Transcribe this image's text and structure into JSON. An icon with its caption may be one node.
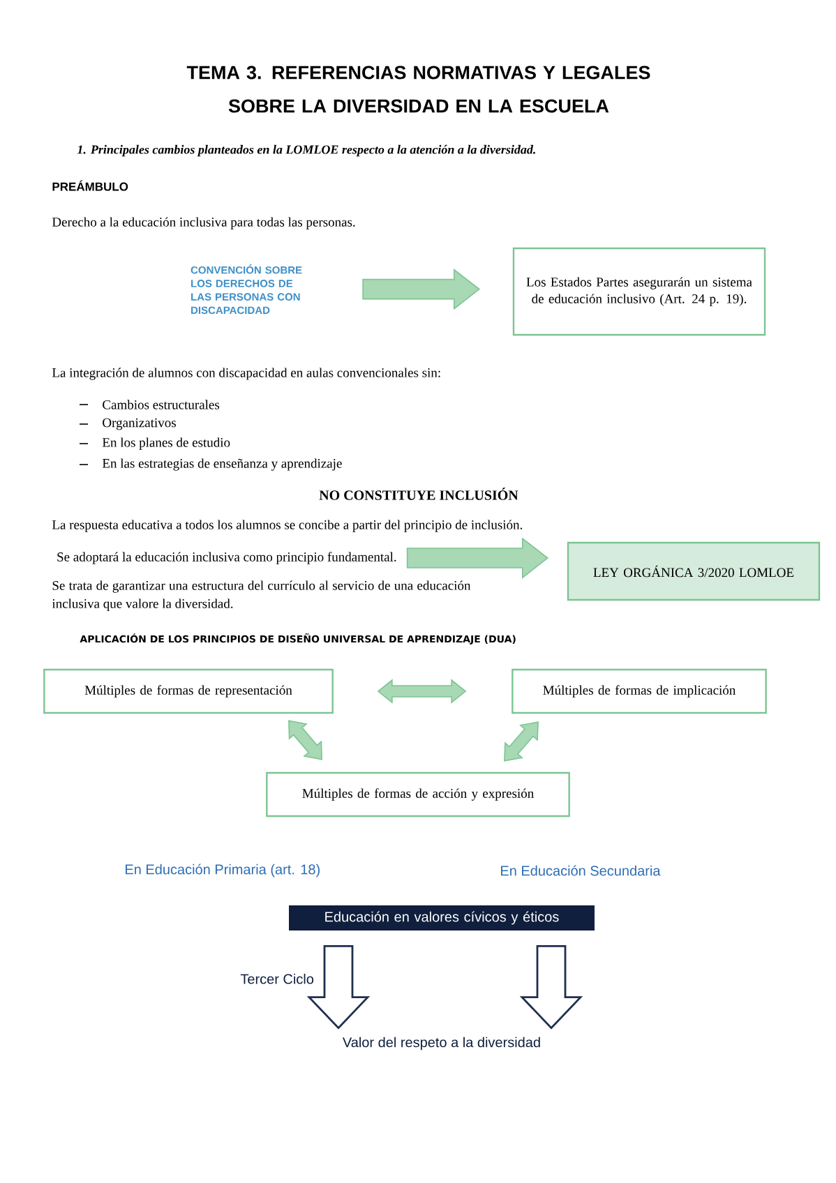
{
  "diagram": {
    "title": "TEMA 3. REFERENCIAS NORMATIVAS Y LEGALES SOBRE LA DIVERSIDAD EN LA ESCUELA",
    "nodes": [
      {
        "text": [
          "CONVENCIÓN SOBRE LOS DERECHOS DE LAS PERSONAS CON DISCAPACIDAD"
        ]
      },
      {
        "text": [
          "Los Estados Partes asegurarán un sistema de educación inclusivo (Art. 24 p. 19)."
        ]
      },
      {
        "text": [
          "Se adoptará la educación inclusiva como principio fundamental."
        ]
      },
      {
        "text": [
          "LEY ORGÁNICA 3/2020 LOMLOE"
        ]
      },
      {
        "text": [
          "Múltiples de formas de representación"
        ]
      },
      {
        "text": [
          "Múltiples de formas de implicación"
        ]
      },
      {
        "text": [
          "Múltiples de formas de acción y expresión"
        ]
      },
      {
        "text": [
          "Educación en valores cívicos y éticos"
        ]
      },
      {
        "text": [
          "Valor del respeto a la diversidad"
        ]
      }
    ],
    "edges": [
      {
        "from": 0,
        "to": 1,
        "arrow": "to"
      },
      {
        "from": 2,
        "to": 3,
        "arrow": "to"
      },
      {
        "from": 4,
        "to": 5,
        "arrow": "both"
      },
      {
        "from": 4,
        "to": 6,
        "arrow": "both"
      },
      {
        "from": 5,
        "to": 6,
        "arrow": "both"
      },
      {
        "from": 7,
        "to": 8,
        "arrow": "to",
        "label": "Tercer Ciclo",
        "color": "#1f2f4f"
      },
      {
        "from": 7,
        "to": 8,
        "arrow": "to",
        "color": "#1f2f4f"
      }
    ],
    "labels": [
      "1. Principales cambios planteados en la LOMLOE respecto a la atención a la diversidad.",
      "PREÁMBULO",
      "Derecho a la educación inclusiva para todas las personas.",
      "La integración de alumnos con discapacidad en aulas convencionales sin:",
      "Cambios estructurales",
      "Organizativos",
      "En los planes de estudio",
      "En las estrategias de enseñanza y aprendizaje",
      "NO CONSTITUYE INCLUSIÓN",
      "La respuesta educativa a todos los alumnos se concibe a partir del principio de inclusión.",
      "Se trata de garantizar una estructura del currículo al servicio de una educación inclusiva que valore la diversidad.",
      "APLICACIÓN DE LOS PRINCIPIOS DE DISEÑO UNIVERSAL DE APRENDIZAJE (DUA)",
      "En Educación Primaria (art. 18)",
      "En Educación Secundaria"
    ]
  }
}
